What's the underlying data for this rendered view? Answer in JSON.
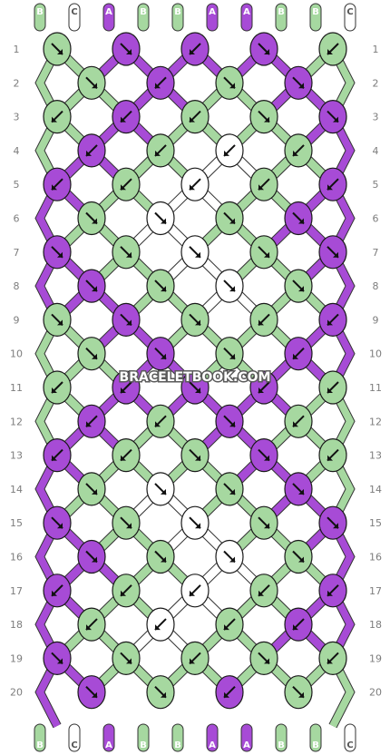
{
  "colors": {
    "A": "#a74bd6",
    "B": "#a6d8a0",
    "C": "#ffffff",
    "outline": "#1a1a1a",
    "label": "#7d7d7d"
  },
  "strands_top": [
    "B",
    "C",
    "A",
    "B",
    "B",
    "A",
    "A",
    "B",
    "B",
    "C"
  ],
  "strands_bottom": [
    "B",
    "C",
    "A",
    "B",
    "B",
    "A",
    "A",
    "B",
    "B",
    "C"
  ],
  "row_labels": [
    "1",
    "2",
    "3",
    "4",
    "5",
    "6",
    "7",
    "8",
    "9",
    "10",
    "11",
    "12",
    "13",
    "14",
    "15",
    "16",
    "17",
    "18",
    "19",
    "20"
  ],
  "watermark": "BRACELETBOOK.COM",
  "knots": [
    [
      {
        "c": "B",
        "d": "se"
      },
      {
        "c": "A",
        "d": "se"
      },
      {
        "c": "A",
        "d": "sw"
      },
      {
        "c": "A",
        "d": "se"
      },
      {
        "c": "B",
        "d": "sw"
      }
    ],
    [
      {
        "c": "B",
        "d": "se"
      },
      {
        "c": "A",
        "d": "sw"
      },
      {
        "c": "B",
        "d": "se"
      },
      {
        "c": "A",
        "d": "se"
      }
    ],
    [
      {
        "c": "B",
        "d": "sw"
      },
      {
        "c": "A",
        "d": "sw"
      },
      {
        "c": "B",
        "d": "sw"
      },
      {
        "c": "B",
        "d": "se"
      },
      {
        "c": "A",
        "d": "se"
      }
    ],
    [
      {
        "c": "A",
        "d": "sw"
      },
      {
        "c": "B",
        "d": "sw"
      },
      {
        "c": "C",
        "d": "sw"
      },
      {
        "c": "B",
        "d": "sw"
      }
    ],
    [
      {
        "c": "A",
        "d": "sw"
      },
      {
        "c": "B",
        "d": "sw"
      },
      {
        "c": "C",
        "d": "sw"
      },
      {
        "c": "B",
        "d": "sw"
      },
      {
        "c": "A",
        "d": "sw"
      }
    ],
    [
      {
        "c": "B",
        "d": "se"
      },
      {
        "c": "C",
        "d": "se"
      },
      {
        "c": "B",
        "d": "se"
      },
      {
        "c": "A",
        "d": "se"
      }
    ],
    [
      {
        "c": "A",
        "d": "se"
      },
      {
        "c": "B",
        "d": "se"
      },
      {
        "c": "C",
        "d": "se"
      },
      {
        "c": "B",
        "d": "se"
      },
      {
        "c": "A",
        "d": "se"
      }
    ],
    [
      {
        "c": "A",
        "d": "se"
      },
      {
        "c": "B",
        "d": "se"
      },
      {
        "c": "C",
        "d": "se"
      },
      {
        "c": "B",
        "d": "se"
      }
    ],
    [
      {
        "c": "B",
        "d": "se"
      },
      {
        "c": "A",
        "d": "se"
      },
      {
        "c": "B",
        "d": "se"
      },
      {
        "c": "B",
        "d": "sw"
      },
      {
        "c": "A",
        "d": "sw"
      }
    ],
    [
      {
        "c": "B",
        "d": "se"
      },
      {
        "c": "A",
        "d": "se"
      },
      {
        "c": "B",
        "d": "se"
      },
      {
        "c": "A",
        "d": "sw"
      }
    ],
    [
      {
        "c": "B",
        "d": "sw"
      },
      {
        "c": "A",
        "d": "sw"
      },
      {
        "c": "A",
        "d": "se"
      },
      {
        "c": "A",
        "d": "sw"
      },
      {
        "c": "B",
        "d": "sw"
      }
    ],
    [
      {
        "c": "A",
        "d": "sw"
      },
      {
        "c": "B",
        "d": "sw"
      },
      {
        "c": "A",
        "d": "se"
      },
      {
        "c": "B",
        "d": "sw"
      }
    ],
    [
      {
        "c": "A",
        "d": "sw"
      },
      {
        "c": "B",
        "d": "sw"
      },
      {
        "c": "B",
        "d": "se"
      },
      {
        "c": "A",
        "d": "se"
      },
      {
        "c": "B",
        "d": "sw"
      }
    ],
    [
      {
        "c": "B",
        "d": "se"
      },
      {
        "c": "C",
        "d": "se"
      },
      {
        "c": "B",
        "d": "se"
      },
      {
        "c": "A",
        "d": "se"
      }
    ],
    [
      {
        "c": "A",
        "d": "se"
      },
      {
        "c": "B",
        "d": "se"
      },
      {
        "c": "C",
        "d": "se"
      },
      {
        "c": "B",
        "d": "se"
      },
      {
        "c": "A",
        "d": "se"
      }
    ],
    [
      {
        "c": "A",
        "d": "se"
      },
      {
        "c": "B",
        "d": "se"
      },
      {
        "c": "C",
        "d": "se"
      },
      {
        "c": "B",
        "d": "se"
      }
    ],
    [
      {
        "c": "A",
        "d": "sw"
      },
      {
        "c": "B",
        "d": "sw"
      },
      {
        "c": "C",
        "d": "sw"
      },
      {
        "c": "B",
        "d": "sw"
      },
      {
        "c": "A",
        "d": "sw"
      }
    ],
    [
      {
        "c": "B",
        "d": "sw"
      },
      {
        "c": "C",
        "d": "sw"
      },
      {
        "c": "B",
        "d": "sw"
      },
      {
        "c": "A",
        "d": "sw"
      }
    ],
    [
      {
        "c": "A",
        "d": "se"
      },
      {
        "c": "B",
        "d": "se"
      },
      {
        "c": "B",
        "d": "sw"
      },
      {
        "c": "B",
        "d": "se"
      },
      {
        "c": "B",
        "d": "sw"
      }
    ],
    [
      {
        "c": "A",
        "d": "se"
      },
      {
        "c": "B",
        "d": "se"
      },
      {
        "c": "A",
        "d": "sw"
      },
      {
        "c": "B",
        "d": "se"
      }
    ]
  ]
}
